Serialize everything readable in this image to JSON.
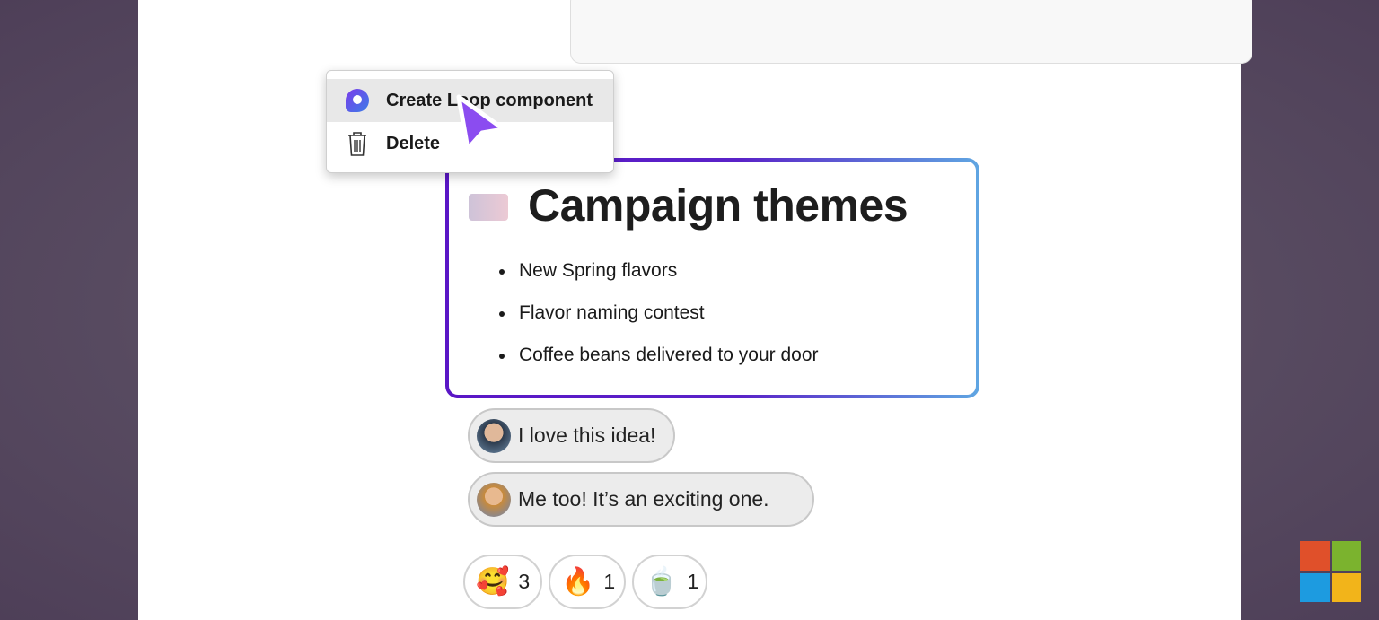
{
  "context_menu": {
    "items": [
      {
        "label": "Create Loop component",
        "icon": "loop-icon"
      },
      {
        "label": "Delete",
        "icon": "trash-icon"
      }
    ]
  },
  "card": {
    "title": "Campaign themes",
    "bullets": [
      "New Spring flavors",
      "Flavor naming contest",
      "Coffee beans delivered to your door"
    ]
  },
  "messages": [
    {
      "text": "I love this idea!"
    },
    {
      "text": "Me too! It’s an exciting one."
    }
  ],
  "reactions": [
    {
      "emoji": "🥰",
      "count": "3"
    },
    {
      "emoji": "🔥",
      "count": "1"
    },
    {
      "emoji": "🍵",
      "count": "1"
    }
  ],
  "colors": {
    "card_gradient_start": "#5a16c6",
    "card_gradient_end": "#5fa6e2",
    "cursor": "#8b4cf0"
  },
  "logo": {
    "text": "Microsoft"
  }
}
